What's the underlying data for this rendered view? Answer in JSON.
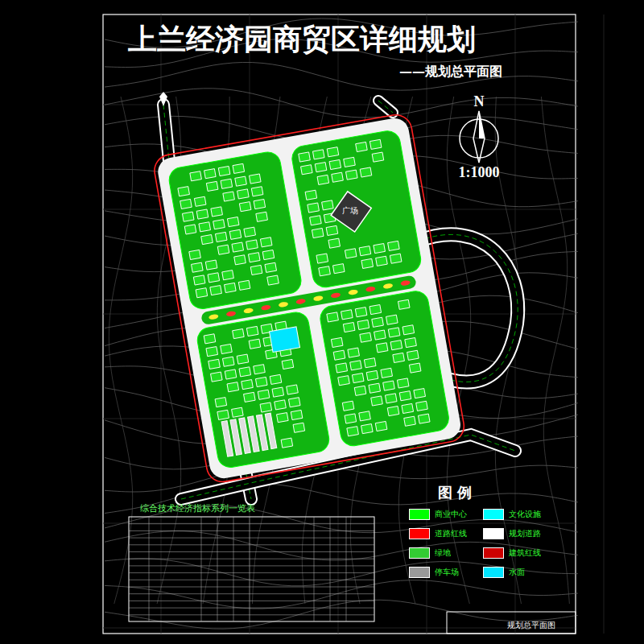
{
  "diagram": {
    "title": "上兰经济园商贸区详细规划",
    "labels": [
      "——规划总平面图",
      "N",
      "1:1000",
      "图 例",
      "综合技术经济指标系列一览表",
      "规划总平面图",
      "广场"
    ],
    "legend": [
      {
        "text": "商业中心",
        "color": "#00ff00"
      },
      {
        "text": "文化设施",
        "color": "#00ffff"
      },
      {
        "text": "道路红线",
        "color": "#ff0000"
      },
      {
        "text": "规划道路",
        "color": "#ffffff"
      },
      {
        "text": "绿地",
        "color": "#33cc33"
      },
      {
        "text": "建筑红线",
        "color": "#cc0000"
      },
      {
        "text": "停车场",
        "color": "#999999"
      },
      {
        "text": "水面",
        "color": "#00e5ff"
      }
    ]
  }
}
